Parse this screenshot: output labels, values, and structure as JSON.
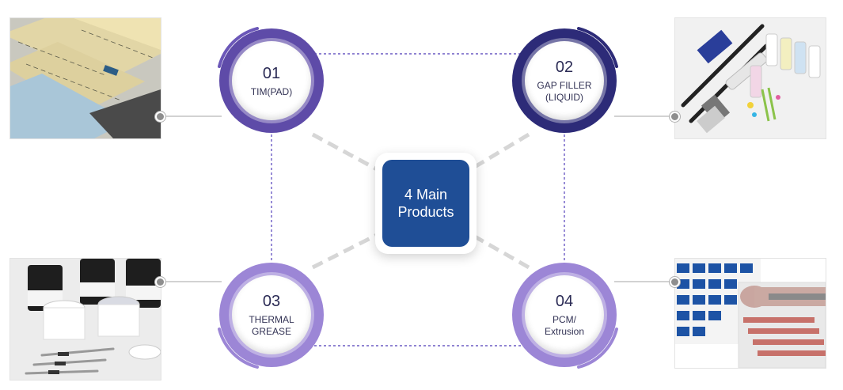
{
  "center": {
    "line1": "4 Main",
    "line2": "Products",
    "color": "#1f4e96"
  },
  "products": [
    {
      "num": "01",
      "label_line1": "TIM(PAD)",
      "label_line2": "",
      "color": "#5e4ba8",
      "photo": "thermal-pad-sheets-photo"
    },
    {
      "num": "02",
      "label_line1": "GAP FILLER",
      "label_line2": "(LIQUID)",
      "color": "#2d2b78",
      "photo": "gap-filler-dispenser-photo"
    },
    {
      "num": "03",
      "label_line1": "THERMAL",
      "label_line2": "GREASE",
      "color": "#9c86d6",
      "photo": "thermal-grease-jars-photo"
    },
    {
      "num": "04",
      "label_line1": "PCM/",
      "label_line2": "Extrusion",
      "color": "#9c86d6",
      "photo": "pcm-extrusion-tapes-photo"
    }
  ]
}
